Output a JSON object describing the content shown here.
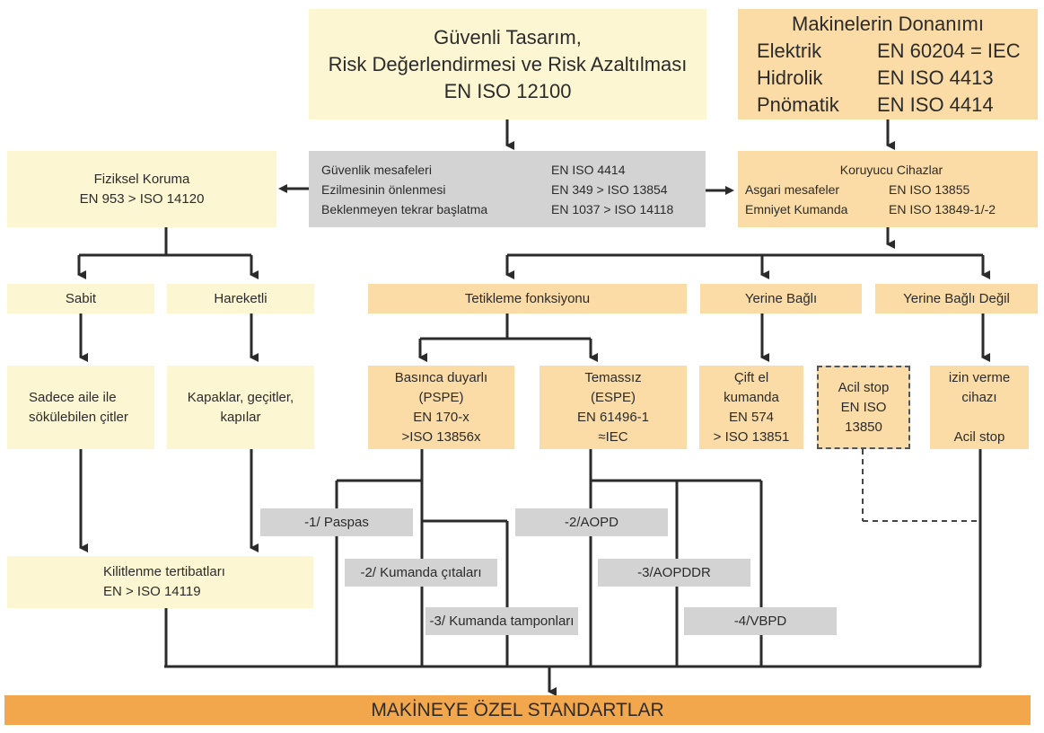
{
  "top_center": {
    "lines": [
      "Güvenli Tasarım,",
      "Risk Değerlendirmesi ve Risk Azaltılması",
      "EN ISO 12100"
    ]
  },
  "equipment": {
    "title": "Makinelerin Donanımı",
    "rows": [
      {
        "label": "Elektrik",
        "standard": "EN 60204 = IEC"
      },
      {
        "label": "Hidrolik",
        "standard": "EN ISO 4413"
      },
      {
        "label": "Pnömatik",
        "standard": "EN ISO 4414"
      }
    ]
  },
  "physical_protection": {
    "lines": [
      "Fiziksel Koruma",
      "EN 953  > ISO 14120"
    ]
  },
  "safety_distances": {
    "rows": [
      {
        "label": "Güvenlik mesafeleri",
        "standard": "EN ISO 4414"
      },
      {
        "label": "Ezilmesinin önlenmesi",
        "standard": "EN  349 > ISO 13854"
      },
      {
        "label": "Beklenmeyen tekrar başlatma",
        "standard": "EN  1037 > ISO 14118"
      }
    ]
  },
  "protective_devices": {
    "title": "Koruyucu Cihazlar",
    "rows": [
      {
        "label": "Asgari mesafeler",
        "standard": "EN ISO 13855"
      },
      {
        "label": "Emniyet Kumanda",
        "standard": "EN ISO 13849-1/-2"
      }
    ]
  },
  "level3": {
    "fixed": "Sabit",
    "movable": "Hareketli",
    "trigger": "Tetikleme fonksiyonu",
    "location_bound": "Yerine Bağlı",
    "not_location_bound": "Yerine Bağlı Değil"
  },
  "level4": {
    "fixed_desc": [
      "Sadece aile ile",
      "sökülebilen çitler"
    ],
    "movable_desc": [
      "Kapaklar, geçitler,",
      "kapılar"
    ],
    "pspe": [
      "Basınca duyarlı",
      "(PSPE)",
      "EN 170-x",
      ">ISO 13856x"
    ],
    "espe": [
      "Temassız",
      "(ESPE)",
      "EN 61496-1",
      "≈IEC"
    ],
    "two_hand": [
      "Çift el",
      "kumanda",
      "EN 574",
      "> ISO 13851"
    ],
    "emergency_stop": [
      "Acil stop",
      "EN ISO",
      "13850"
    ],
    "enabling": [
      "izin verme",
      "cihazı",
      "",
      "Acil stop"
    ]
  },
  "sub_items": {
    "pspe": [
      "-1/ Paspas",
      "-2/ Kumanda çıtaları",
      "-3/ Kumanda tamponları"
    ],
    "espe": [
      "-2/AOPD",
      "-3/AOPDDR",
      "-4/VBPD"
    ]
  },
  "interlocking": {
    "lines": [
      "Kilitlenme tertibatları",
      "EN  > ISO 14119"
    ]
  },
  "bottom_bar": {
    "label": "MAKİNEYE ÖZEL STANDARTLAR"
  },
  "colors": {
    "cream": "#fdf6d3",
    "light_orange": "#fbdca7",
    "gray": "#d3d3d3",
    "orange": "#f3a74d",
    "line": "#2b2b2b"
  }
}
